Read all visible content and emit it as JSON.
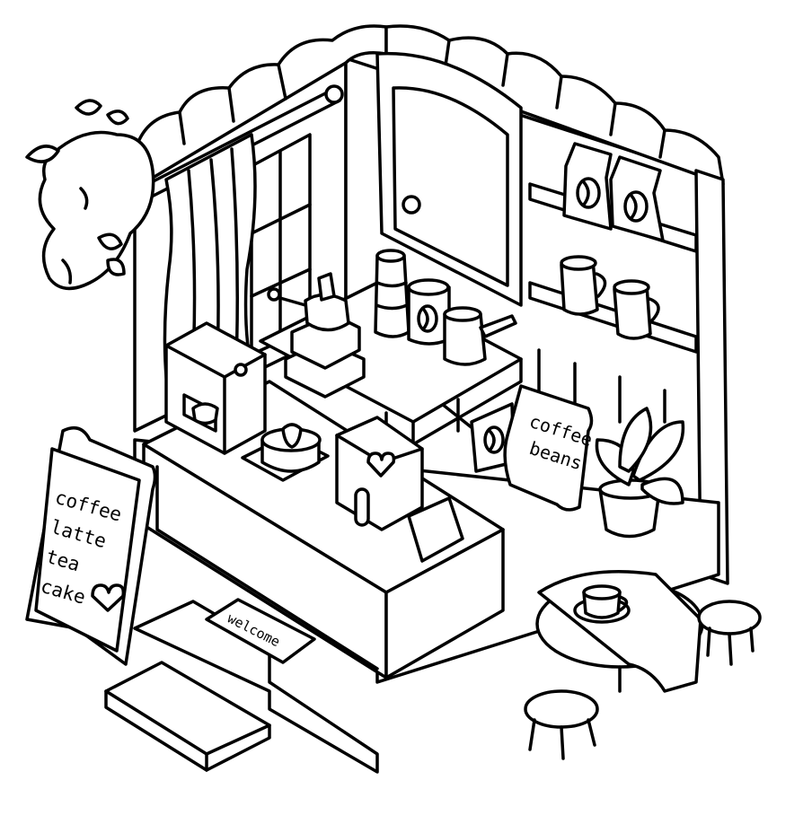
{
  "colors": {
    "ink": "#000000",
    "paper": "#ffffff"
  },
  "menu_board": {
    "lines": [
      "coffee",
      "latte",
      "tea",
      "cake"
    ]
  },
  "doormat": {
    "text": "welcome"
  },
  "bean_bag": {
    "lines": [
      "coffee",
      "beans"
    ]
  },
  "icons": [
    "heart-icon",
    "coffee-bean-icon",
    "strawberry-icon",
    "leaf-icon"
  ]
}
